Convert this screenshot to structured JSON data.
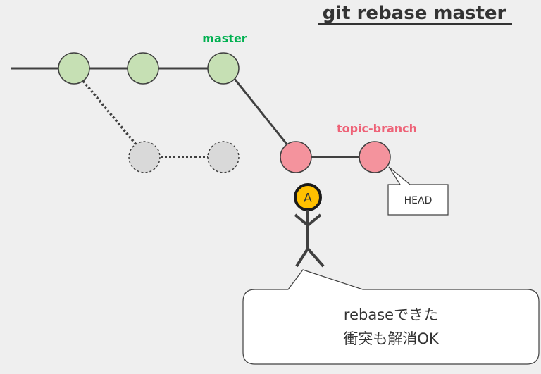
{
  "title": "git rebase master",
  "branches": {
    "master": {
      "label": "master",
      "color": "#00b050"
    },
    "topic": {
      "label": "topic-branch",
      "color": "#ee6277"
    }
  },
  "head_label": "HEAD",
  "person": {
    "letter": "A"
  },
  "speech_bubble": {
    "line1": "rebaseできた",
    "line2": "衝突も解消OK"
  },
  "colors": {
    "background": "#efefef",
    "master_commit": "#c6e0b4",
    "topic_commit": "#f4939d",
    "old_commit": "#d9d9d9",
    "avatar": "#ffc000",
    "line": "#404040"
  }
}
